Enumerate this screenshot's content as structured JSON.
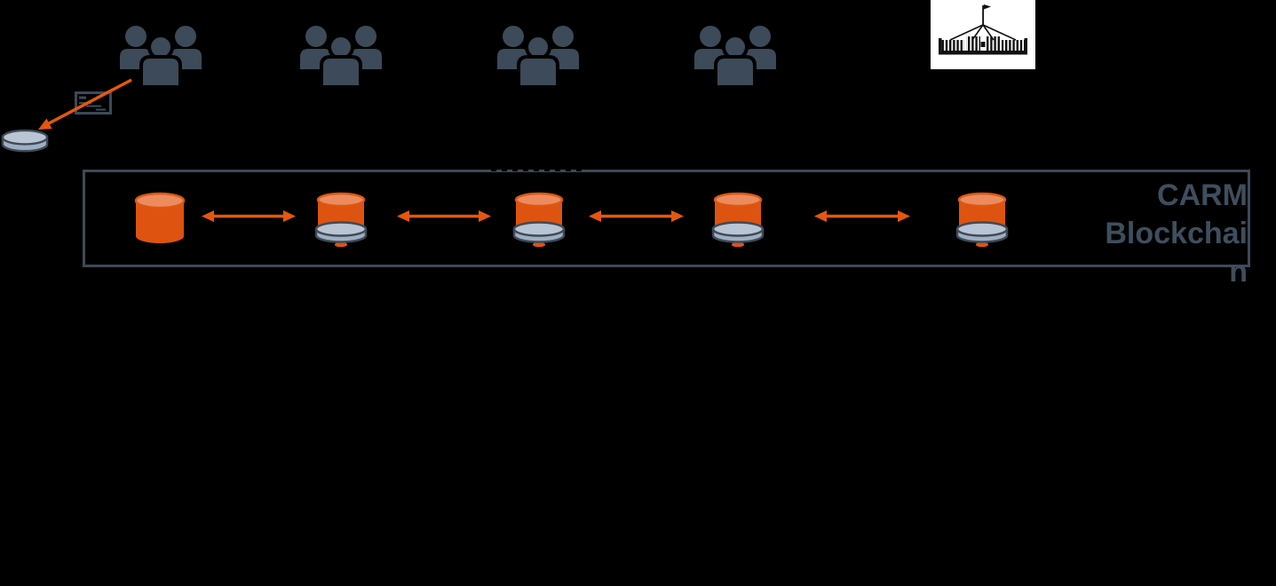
{
  "diagram": {
    "background": "#000000",
    "blockchain_box": {
      "label": "CARM Blockchain",
      "node_count": 5,
      "nodes": [
        {
          "type": "orange-ledger-cylinder"
        },
        {
          "type": "orange-ledger-cylinder-with-gray-disk"
        },
        {
          "type": "orange-ledger-cylinder-with-gray-disk"
        },
        {
          "type": "orange-ledger-cylinder-with-gray-disk"
        },
        {
          "type": "orange-ledger-cylinder-with-gray-disk"
        }
      ],
      "peer_link_arrows": 4
    },
    "actors": {
      "people_groups": [
        {
          "id": "group-1"
        },
        {
          "id": "group-2"
        },
        {
          "id": "group-3"
        },
        {
          "id": "group-4"
        }
      ],
      "government_building_icon": "parliament-house"
    },
    "offchain_flow": {
      "document_icon": "invoice-document",
      "database_icon": "storage-disk",
      "arrow": "from-group-1-to-storage-disk"
    },
    "colors": {
      "actor_slate": "#3C4A59",
      "arrow_orange": "#E4570E",
      "cylinder_orange": "#DE5310",
      "cylinder_top_orange": "#EC8B5E",
      "disk_fill": "#9FAFC3",
      "disk_top": "#B9C5D4",
      "outline_slate": "#3E4A56",
      "label_text": "#3F4E5E",
      "building_card_bg": "#FFFFFF"
    }
  }
}
